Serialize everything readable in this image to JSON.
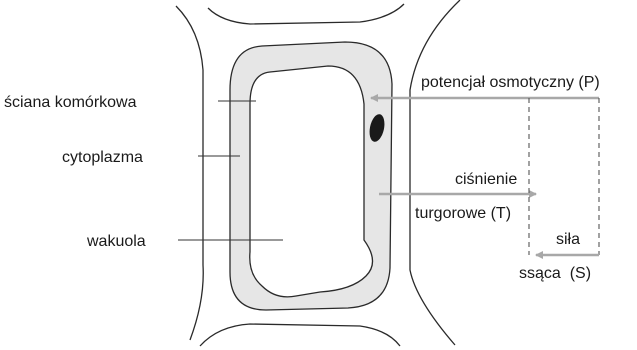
{
  "colors": {
    "cytoplasm_fill": "#e6e6e6",
    "outline": "#2a2a2a",
    "arrow": "#a8a8a8",
    "nucleus": "#1a1a1a"
  },
  "labels": {
    "cell_wall": "ściana komórkowa",
    "cytoplasm": "cytoplazma",
    "vacuole": "wakuola",
    "osmotic_potential": "potencjał osmotyczny (P)",
    "turgor_line1": "ciśnienie",
    "turgor_line2": "turgorowe (T)",
    "suction_line1": "siła",
    "suction_line2": "ssąca  (S)"
  }
}
